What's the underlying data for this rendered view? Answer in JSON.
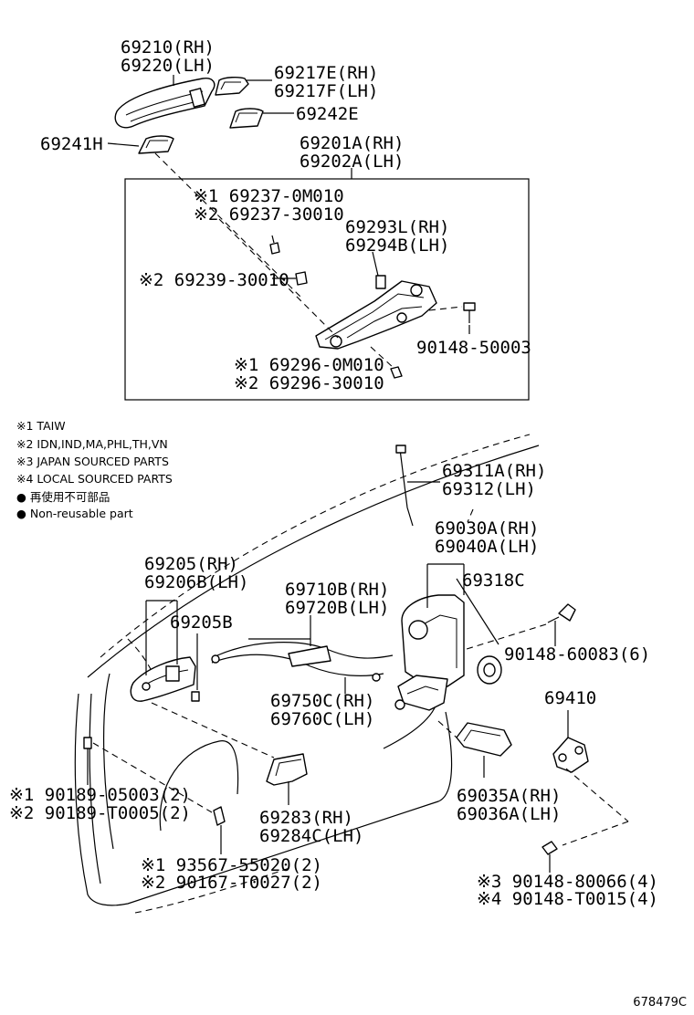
{
  "labels": {
    "p69210": "69210(RH)",
    "p69220": "69220(LH)",
    "p69217e": "69217E(RH)",
    "p69217f": "69217F(LH)",
    "p69242e": "69242E",
    "p69241h": "69241H",
    "p69201a": "69201A(RH)",
    "p69202a": "69202A(LH)",
    "p69237_0m": "※1 69237-0M010",
    "p69237_30": "※2 69237-30010",
    "p69293l": "69293L(RH)",
    "p69294b": "69294B(LH)",
    "p69239": "※2 69239-30010",
    "p90148_50": "90148-50003",
    "p69296_0m": "※1 69296-0M010",
    "p69296_30": "※2 69296-30010",
    "p69311a": "69311A(RH)",
    "p69312": "69312(LH)",
    "p69030a": "69030A(RH)",
    "p69040a": "69040A(LH)",
    "p69205": "69205(RH)",
    "p69206b": "69206B(LH)",
    "p69710b": "69710B(RH)",
    "p69720b": "69720B(LH)",
    "p69318c": "69318C",
    "p69205b": "69205B",
    "p90148_60": "90148-60083(6)",
    "p69750c": "69750C(RH)",
    "p69760c": "69760C(LH)",
    "p69410": "69410",
    "p69035a": "69035A(RH)",
    "p69036a": "69036A(LH)",
    "p90189_05": "※1 90189-05003(2)",
    "p90189_t0": "※2 90189-T0005(2)",
    "p69283": "69283(RH)",
    "p69284c": "69284C(LH)",
    "p93567": "※1 93567-55020(2)",
    "p90167": "※2 90167-T0027(2)",
    "p90148_80": "※3 90148-80066(4)",
    "p90148_t0": "※4 90148-T0015(4)"
  },
  "legend": {
    "n1": "※1 TAIW",
    "n2": "※2 IDN,IND,MA,PHL,TH,VN",
    "n3": "※3 JAPAN SOURCED PARTS",
    "n4": "※4 LOCAL SOURCED PARTS",
    "n5": "● 再使用不可部品",
    "n6": "● Non-reusable part"
  },
  "figure_id": "678479C"
}
